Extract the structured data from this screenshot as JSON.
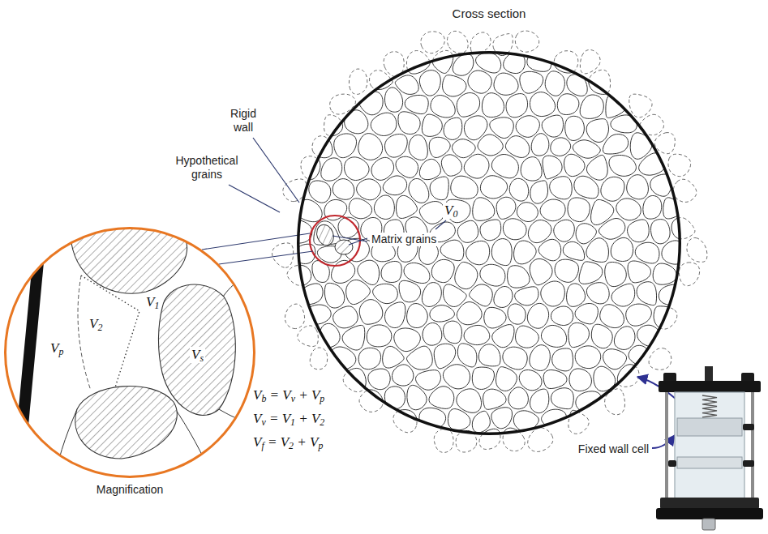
{
  "diagram": {
    "nodes": [
      {
        "text": [
          "Cross section"
        ]
      },
      {
        "text": [
          "Magnification"
        ]
      }
    ],
    "labels": [
      "Rigid wall",
      "Hypothetical grains",
      "V0",
      "Matrix grains",
      "V2",
      "V1",
      "Vs",
      "Vp",
      "Vb = Vv + Vp",
      "Vv = V1 + V2",
      "Vf = V2 + Vp",
      "Fixed wall cell"
    ]
  }
}
